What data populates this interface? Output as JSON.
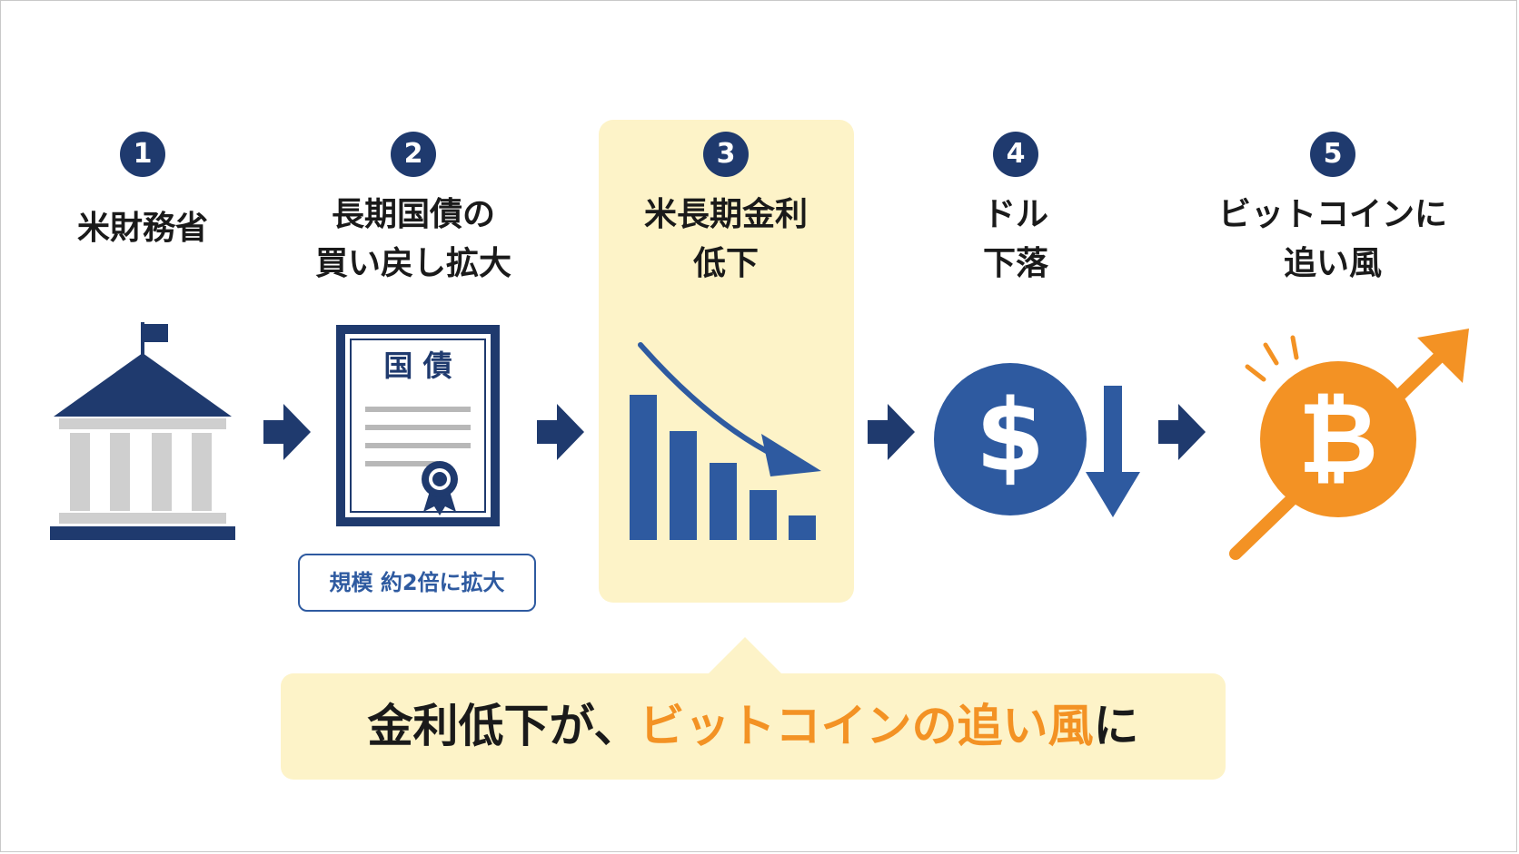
{
  "steps": [
    {
      "number": "1",
      "title_lines": [
        "米財務省"
      ]
    },
    {
      "number": "2",
      "title_lines": [
        "長期国債の",
        "買い戻し拡大"
      ]
    },
    {
      "number": "3",
      "title_lines": [
        "米長期金利",
        "低下"
      ]
    },
    {
      "number": "4",
      "title_lines": [
        "ドル",
        "下落"
      ]
    },
    {
      "number": "5",
      "title_lines": [
        "ビットコインに",
        "追い風"
      ]
    }
  ],
  "document_label": "国 債",
  "currency_symbol": "$",
  "bitcoin_symbol": "₿",
  "badge": "規模 約2倍に拡大",
  "callout": {
    "part1": "金利低下が、",
    "part2": "ビットコインの追い風",
    "part3": "に"
  },
  "colors": {
    "navy": "#1f3a6e",
    "blue": "#2e5aa0",
    "highlight": "#fdf3c8",
    "orange": "#f39224",
    "gray": "#cfcfcf"
  }
}
